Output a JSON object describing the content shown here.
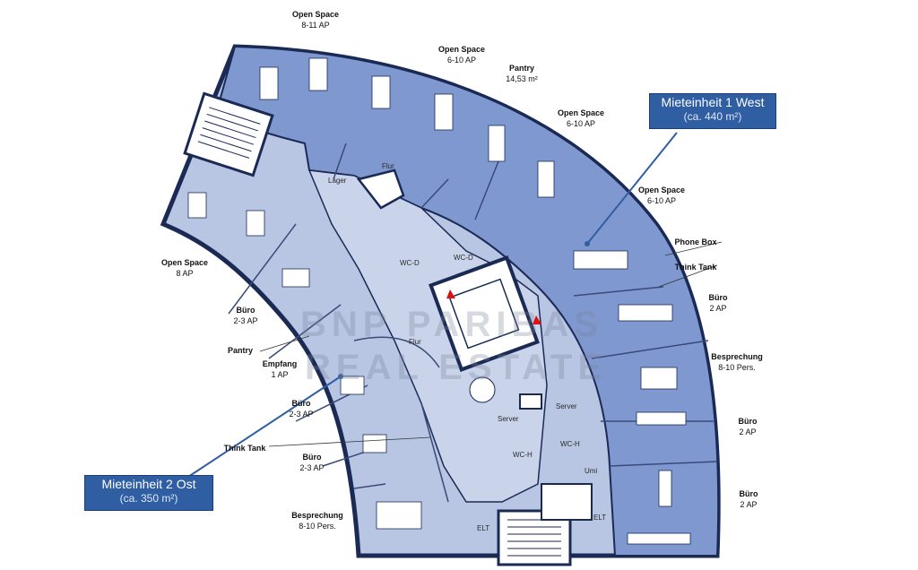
{
  "colors": {
    "west_fill": "#7f98cf",
    "east_fill": "#b8c6e4",
    "core_fill": "#e7ebf4",
    "wall": "#1a2a55",
    "unit_box": "#2f5ea3"
  },
  "units": {
    "west": {
      "title": "Mieteinheit 1 West",
      "area": "(ca. 440 m²)"
    },
    "east": {
      "title": "Mieteinheit 2 Ost",
      "area": "(ca. 350 m²)"
    }
  },
  "watermark": {
    "line1": "BNP PARIBAS",
    "line2": "REAL ESTATE"
  },
  "rooms": {
    "open_space_top": {
      "name": "Open Space",
      "detail": "8-11 AP"
    },
    "open_space_2": {
      "name": "Open Space",
      "detail": "6-10 AP"
    },
    "pantry_top": {
      "name": "Pantry",
      "detail": "14,53 m²"
    },
    "open_space_3": {
      "name": "Open Space",
      "detail": "6-10 AP"
    },
    "open_space_4": {
      "name": "Open Space",
      "detail": "6-10 AP"
    },
    "phone_box": {
      "name": "Phone Box"
    },
    "think_tank_right": {
      "name": "Think Tank"
    },
    "buero_r1": {
      "name": "Büro",
      "detail": "2 AP"
    },
    "besprechung_right": {
      "name": "Besprechung",
      "detail": "8-10 Pers."
    },
    "buero_r2": {
      "name": "Büro",
      "detail": "2 AP"
    },
    "buero_r3": {
      "name": "Büro",
      "detail": "2 AP"
    },
    "open_space_left": {
      "name": "Open Space",
      "detail": "8 AP"
    },
    "buero_l1": {
      "name": "Büro",
      "detail": "2-3 AP"
    },
    "pantry_left": {
      "name": "Pantry"
    },
    "empfang": {
      "name": "Empfang",
      "detail": "1 AP"
    },
    "buero_l2": {
      "name": "Büro",
      "detail": "2-3 AP"
    },
    "think_tank_left": {
      "name": "Think Tank"
    },
    "buero_l3": {
      "name": "Büro",
      "detail": "2-3 AP"
    },
    "besprechung_left": {
      "name": "Besprechung",
      "detail": "8-10 Pers."
    }
  },
  "plan_labels": {
    "flur_top": "Flur",
    "flur_mid": "Flur",
    "lager": "Lager",
    "wc_d1": "WC-D",
    "wc_d2": "WC-D",
    "server1": "Server",
    "server2": "Server",
    "wc_h1": "WC-H",
    "wc_h2": "WC-H",
    "elt1": "ELT",
    "elt2": "ELT",
    "umi": "Umi"
  }
}
